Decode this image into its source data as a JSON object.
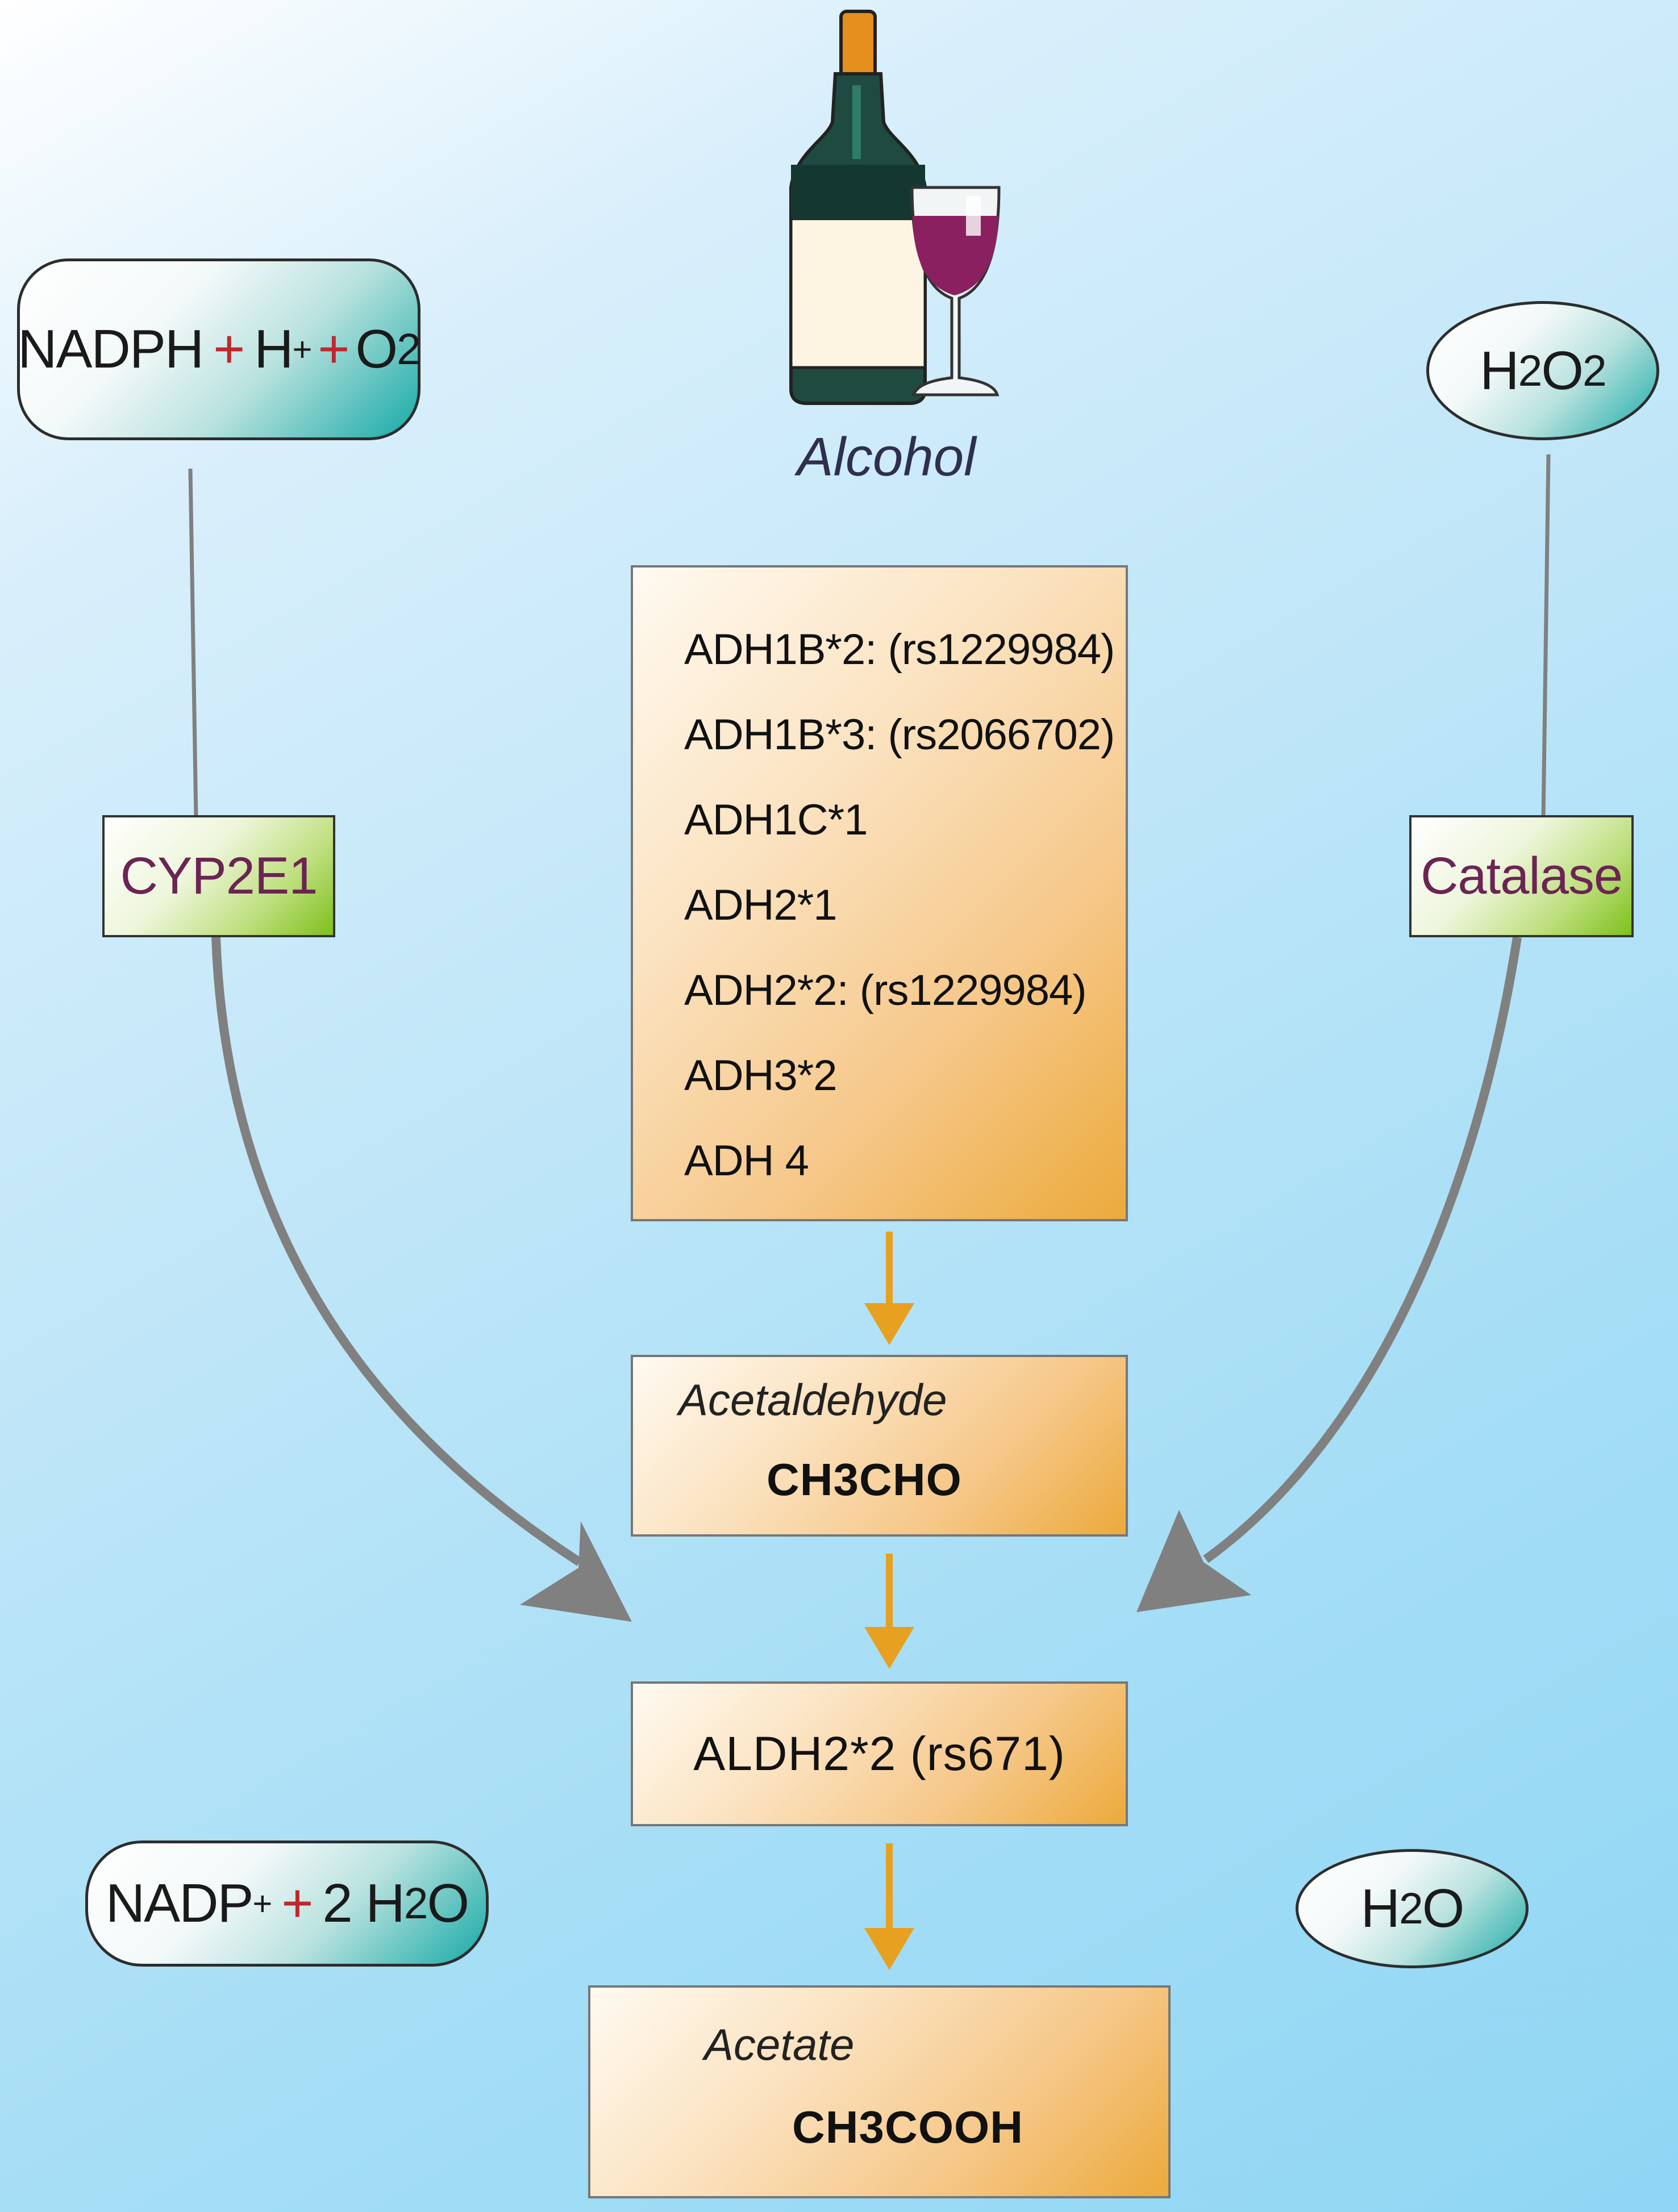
{
  "alcohol": {
    "label": "Alcohol"
  },
  "cofactors": {
    "nadph": {
      "name": "NADPH",
      "h": "H",
      "h_charge": "+",
      "o": "O",
      "o_sub": "2",
      "op": "+"
    },
    "nadp": {
      "name": "NADP",
      "charge": "+",
      "op": "+",
      "coef": "2 H",
      "sub": "2",
      "tail": "O"
    },
    "h2o2": {
      "h": "H",
      "sub1": "2",
      "o": "O",
      "sub2": "2"
    },
    "h2o": {
      "h": "H",
      "sub": "2",
      "o": "O"
    }
  },
  "enzymes": {
    "cyp": "CYP2E1",
    "catalase": "Catalase"
  },
  "adh_variants": [
    "ADH1B*2: (rs1229984)",
    "ADH1B*3: (rs2066702)",
    "ADH1C*1",
    "ADH2*1",
    "ADH2*2: (rs1229984)",
    "ADH3*2",
    "ADH 4"
  ],
  "acetaldehyde": {
    "name": "Acetaldehyde",
    "formula": "CH3CHO"
  },
  "aldh": {
    "label": "ALDH2*2 (rs671)"
  },
  "acetate": {
    "name": "Acetate",
    "formula": "CH3COOH"
  },
  "colors": {
    "cofactor_teal": "#18aaa6",
    "enzyme_green": "#7ec01c",
    "enzyme_text": "#6b2453",
    "box_orange": "#ecaa3c",
    "arrow_orange": "#e8a020",
    "arrow_gray": "#808080",
    "plus_red": "#c0272d"
  }
}
